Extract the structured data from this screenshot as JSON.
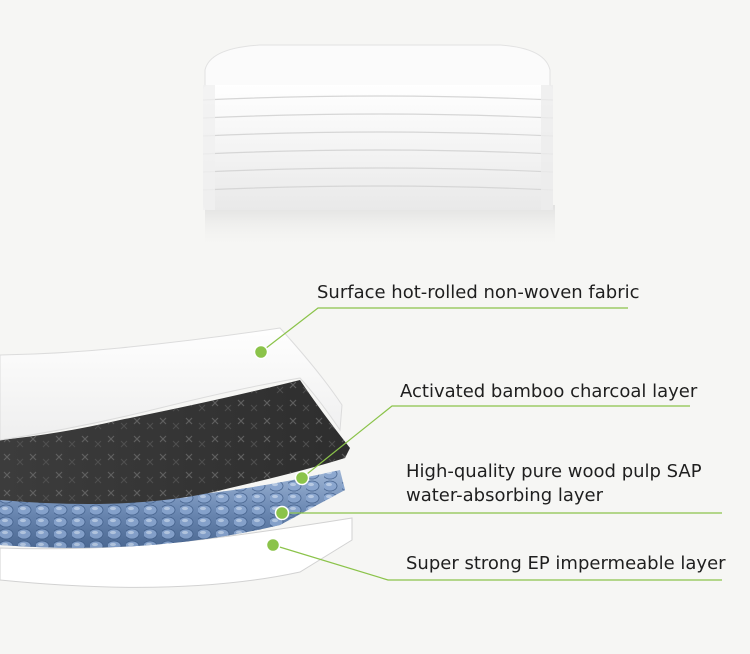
{
  "accent_color": "#8bc34a",
  "layers": [
    {
      "id": "surface",
      "lines": [
        "Surface hot-rolled non-woven fabric"
      ]
    },
    {
      "id": "charcoal",
      "lines": [
        "Activated bamboo charcoal layer"
      ]
    },
    {
      "id": "sap",
      "lines": [
        "High-quality pure wood pulp SAP",
        "water-absorbing layer"
      ]
    },
    {
      "id": "ep",
      "lines": [
        "Super strong EP impermeable layer"
      ]
    }
  ]
}
